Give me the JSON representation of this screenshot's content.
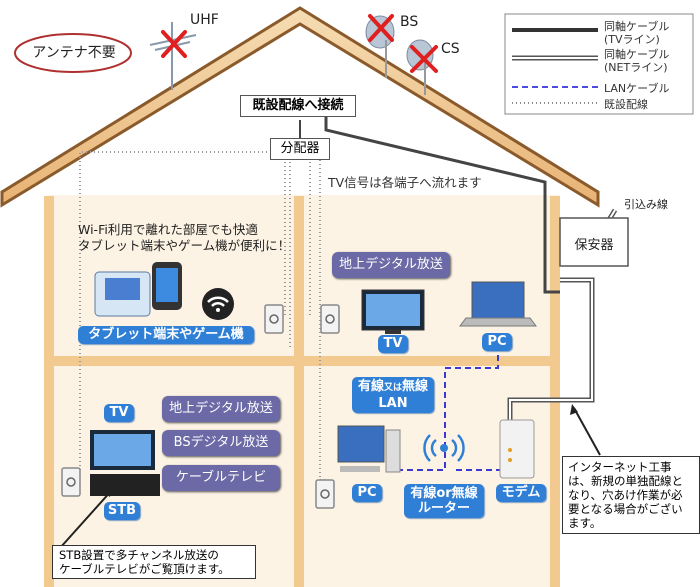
{
  "title_badge": "アンテナ不要",
  "antennas": {
    "uhf": "UHF",
    "bs": "BS",
    "cs": "CS"
  },
  "roof_label": "既設配線へ接続",
  "splitter": "分配器",
  "tv_signal": "TV信号は各端子へ流れます",
  "hikikomi": "引込み線",
  "protector": "保安器",
  "legend": {
    "coax_tv_1": "同軸ケーブル",
    "coax_tv_2": "(TVライン)",
    "coax_net_1": "同軸ケーブル",
    "coax_net_2": "(NETライン)",
    "lan": "LANケーブル",
    "existing": "既設配線"
  },
  "wifi_room": {
    "line1": "Wi-Fi利用で離れた部屋でも快適",
    "line2": "タブレット端末やゲーム機が便利に！",
    "device_label": "タブレット端末やゲーム機"
  },
  "upper_right": {
    "service": "地上デジタル放送",
    "tv": "TV",
    "pc": "PC"
  },
  "lan_box": {
    "line1_a": "有線",
    "line1_b": "又は",
    "line1_c": "無線",
    "line2": "LAN"
  },
  "lower_left": {
    "tv": "TV",
    "stb": "STB",
    "services": [
      "地上デジタル放送",
      "BSデジタル放送",
      "ケーブルテレビ"
    ]
  },
  "lower_right": {
    "pc": "PC",
    "router_1": "有線or無線",
    "router_2": "ルーター",
    "modem": "モデム"
  },
  "stb_note": {
    "line1": "STB設置で多チャンネル放送の",
    "line2": "ケーブルテレビがご覧頂けます。"
  },
  "net_note": {
    "line1": "インターネット工事",
    "line2": "は、新規の単独配線と",
    "line3": "なり、穴あけ作業が必",
    "line4": "要となる場合がござい",
    "line5": "ます。"
  },
  "colors": {
    "wood": "#f2c98f",
    "roof": "#8a5a2b",
    "wall": "#fdf3e4",
    "blue": "#2f7fd6",
    "purple": "#6b6aa6",
    "cross": "#e02020"
  }
}
